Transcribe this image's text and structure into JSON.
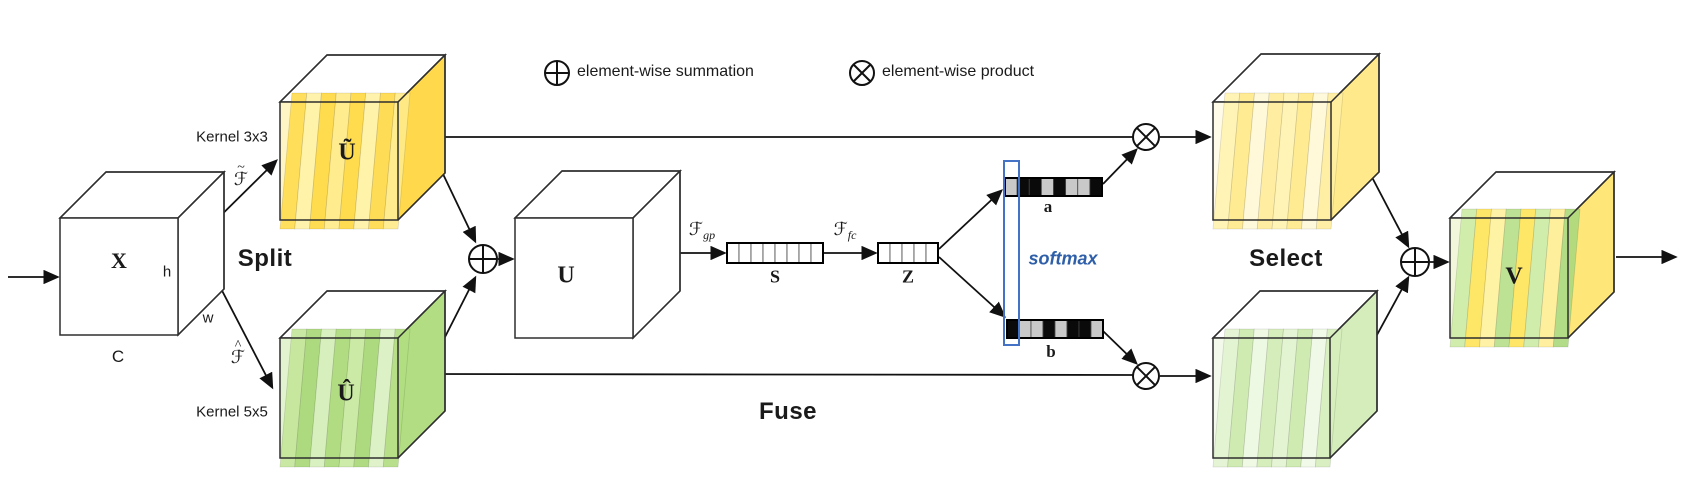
{
  "title": "Selective Kernel unit diagram",
  "legend": {
    "summation": {
      "icon": "circle-plus-icon",
      "label": "element-wise summation"
    },
    "product": {
      "icon": "circle-times-icon",
      "label": "element-wise product"
    }
  },
  "stages": {
    "split": "Split",
    "fuse": "Fuse",
    "select": "Select"
  },
  "labels": {
    "x": "X",
    "h": "h",
    "w": "w",
    "c": "C",
    "kernel3": "Kernel 3x3",
    "kernel5": "Kernel 5x5",
    "u_tilde": "Ũ",
    "u_hat": "Û",
    "u": "U",
    "s": "S",
    "z": "Z",
    "a": "a",
    "b": "b",
    "v": "V",
    "softmax": "softmax",
    "f_tilde": {
      "base": "ℱ",
      "accent": "~"
    },
    "f_hat": {
      "base": "ℱ",
      "accent": "^"
    },
    "f_gp": {
      "base": "ℱ",
      "sub": "gp"
    },
    "f_fc": {
      "base": "ℱ",
      "sub": "fc"
    }
  },
  "colors": {
    "outline": "#2f2f2f",
    "arrow": "#111111",
    "accent_blue": "#4472C4",
    "softmax_text": "#2E5FA8",
    "cell_black": "#0a0a0a",
    "cell_gray": "#c9c9c9",
    "cell_white": "#ffffff",
    "yellow_bright": {
      "side": "#FFD94B",
      "front": "#FFF4C4",
      "slices": [
        "#FFDC4F",
        "#FFF1A6",
        "#FFD943",
        "#FFEA8A",
        "#FFD943",
        "#FFF1A6",
        "#FFD94B",
        "#FFEA8A"
      ]
    },
    "green_bright": {
      "side": "#B2DD82",
      "front": "#E2F3CF",
      "slices": [
        "#C4E69B",
        "#A9D878",
        "#D6EFBC",
        "#ACDA7C",
        "#C9E9A2",
        "#A9D878",
        "#DCF1C6",
        "#B2DD82"
      ]
    },
    "yellow_pale": {
      "side": "#FFE98A",
      "front": "#FFFBE8",
      "slices": [
        "#FFF3B0",
        "#FFE98A",
        "#FFF9D8",
        "#FFED9A",
        "#FFF3B0",
        "#FFE98A",
        "#FFF9D8",
        "#FFEE9E"
      ]
    },
    "green_pale": {
      "side": "#D5EDBA",
      "front": "#F3FAEC",
      "slices": [
        "#E2F3D0",
        "#CCE9AC",
        "#EEF8E2",
        "#D2ECB6",
        "#E2F3D0",
        "#CCE9AC",
        "#F0F9E6",
        "#D6EEBC"
      ]
    },
    "v_mixed": {
      "side": "#FFE678",
      "front": "#F2F7DC",
      "slices": [
        "#CDEBA6",
        "#FFE45C",
        "#FFF1A0",
        "#B9E08C",
        "#FFE45C",
        "#CDEBA6",
        "#FFEE96",
        "#ADD97E"
      ]
    }
  },
  "vectors": {
    "s": [
      "w",
      "w",
      "w",
      "w",
      "w",
      "w",
      "w",
      "w"
    ],
    "z": [
      "w",
      "w",
      "w",
      "w",
      "w"
    ],
    "a": [
      "g",
      "k",
      "k",
      "g",
      "k",
      "g",
      "g",
      "k"
    ],
    "b": [
      "k",
      "g",
      "g",
      "k",
      "g",
      "k",
      "k",
      "g"
    ]
  }
}
